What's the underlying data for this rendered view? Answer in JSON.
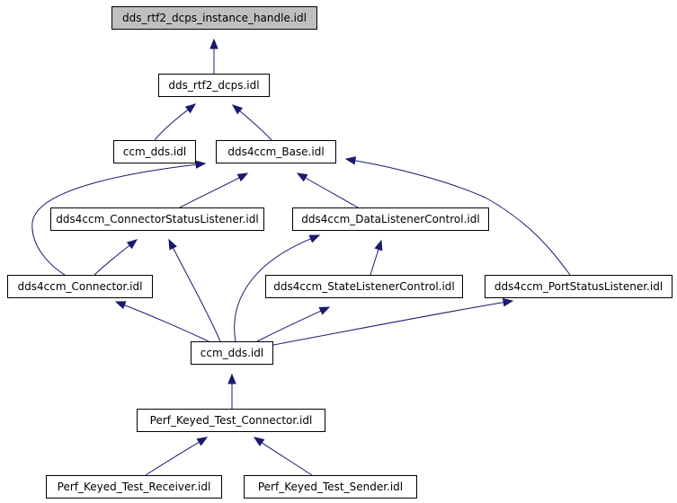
{
  "colors": {
    "edge": "#191970",
    "arrowhead": "#191970",
    "node_border": "#000000",
    "node_fill": "#ffffff",
    "root_fill": "#bfbfbf"
  },
  "nodes": [
    {
      "id": "n_instance_handle",
      "label": "dds_rtf2_dcps_instance_handle.idl",
      "root": true
    },
    {
      "id": "n_rtf2_dcps",
      "label": "dds_rtf2_dcps.idl"
    },
    {
      "id": "n_ccm_dds_top",
      "label": "ccm_dds.idl"
    },
    {
      "id": "n_base",
      "label": "dds4ccm_Base.idl"
    },
    {
      "id": "n_connector_status",
      "label": "dds4ccm_ConnectorStatusListener.idl"
    },
    {
      "id": "n_data_listener",
      "label": "dds4ccm_DataListenerControl.idl"
    },
    {
      "id": "n_connector",
      "label": "dds4ccm_Connector.idl"
    },
    {
      "id": "n_state_listener",
      "label": "dds4ccm_StateListenerControl.idl"
    },
    {
      "id": "n_port_status",
      "label": "dds4ccm_PortStatusListener.idl"
    },
    {
      "id": "n_ccm_dds",
      "label": "ccm_dds.idl"
    },
    {
      "id": "n_perf_connector",
      "label": "Perf_Keyed_Test_Connector.idl"
    },
    {
      "id": "n_perf_receiver",
      "label": "Perf_Keyed_Test_Receiver.idl"
    },
    {
      "id": "n_perf_sender",
      "label": "Perf_Keyed_Test_Sender.idl"
    }
  ],
  "edges": [
    {
      "from": "n_rtf2_dcps",
      "to": "n_instance_handle"
    },
    {
      "from": "n_ccm_dds_top",
      "to": "n_rtf2_dcps"
    },
    {
      "from": "n_base",
      "to": "n_rtf2_dcps"
    },
    {
      "from": "n_connector",
      "to": "n_base"
    },
    {
      "from": "n_connector_status",
      "to": "n_base"
    },
    {
      "from": "n_data_listener",
      "to": "n_base"
    },
    {
      "from": "n_port_status",
      "to": "n_base"
    },
    {
      "from": "n_connector",
      "to": "n_connector_status"
    },
    {
      "from": "n_ccm_dds",
      "to": "n_connector_status"
    },
    {
      "from": "n_ccm_dds",
      "to": "n_data_listener"
    },
    {
      "from": "n_state_listener",
      "to": "n_data_listener"
    },
    {
      "from": "n_ccm_dds",
      "to": "n_connector"
    },
    {
      "from": "n_ccm_dds",
      "to": "n_state_listener"
    },
    {
      "from": "n_ccm_dds",
      "to": "n_port_status"
    },
    {
      "from": "n_perf_connector",
      "to": "n_ccm_dds"
    },
    {
      "from": "n_perf_receiver",
      "to": "n_perf_connector"
    },
    {
      "from": "n_perf_sender",
      "to": "n_perf_connector"
    }
  ]
}
